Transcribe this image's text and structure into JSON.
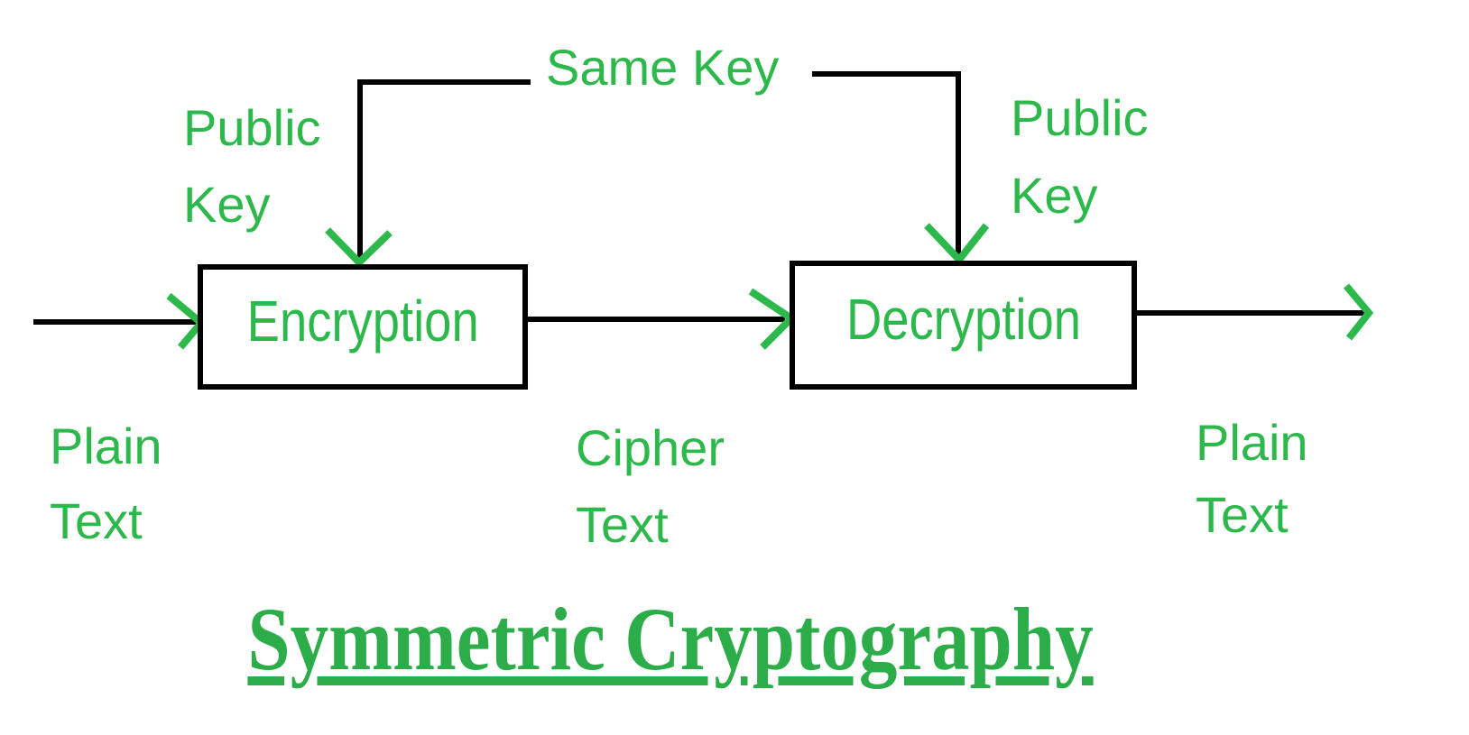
{
  "diagram": {
    "title": "Symmetric Cryptography",
    "nodes": {
      "encryption": "Encryption",
      "decryption": "Decryption"
    },
    "labels": {
      "same_key": "Same Key",
      "public_key_left": "Public\nKey",
      "public_key_right": "Public\nKey",
      "plain_text_in": "Plain\nText",
      "cipher_text": "Cipher\nText",
      "plain_text_out": "Plain\nText"
    },
    "colors": {
      "green": "#2db84c",
      "title_green": "#2cad4a",
      "line": "#000000",
      "background": "#ffffff"
    }
  }
}
